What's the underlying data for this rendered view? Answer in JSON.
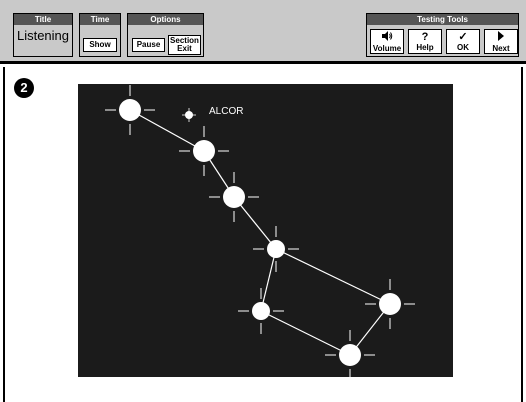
{
  "toolbar": {
    "title_panel": {
      "header": "Title",
      "value": "Listening"
    },
    "time_panel": {
      "header": "Time",
      "show_label": "Show"
    },
    "options_panel": {
      "header": "Options",
      "pause_label": "Pause",
      "section_exit_line1": "Section",
      "section_exit_line2": "Exit"
    },
    "tools_panel": {
      "header": "Testing Tools",
      "buttons": [
        {
          "label": "Volume",
          "icon": "speaker-icon"
        },
        {
          "label": "Help",
          "icon": "question-icon"
        },
        {
          "label": "OK",
          "icon": "checkmark-icon"
        },
        {
          "label": "Next",
          "icon": "right-arrow-icon"
        }
      ]
    }
  },
  "question": {
    "number": "2"
  },
  "image": {
    "star_label": "ALCOR",
    "colors": {
      "background": "#1b1b1b",
      "star": "#ffffff"
    }
  }
}
